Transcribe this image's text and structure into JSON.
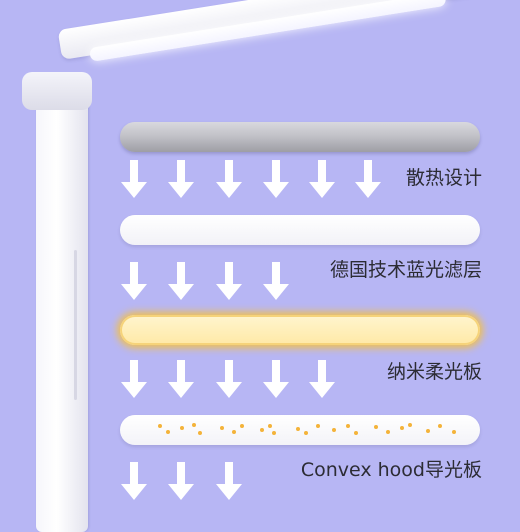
{
  "layers": {
    "heat_sink": "散热设计",
    "blue_filter": "德国技术蓝光滤层",
    "soft_panel": "纳米柔光板",
    "light_guide": "Convex hood导光板"
  },
  "colors": {
    "background": "#B7B6F4",
    "glow": "#F1C04C",
    "dots": "#F4B33A",
    "arrow": "#FFFFFF"
  },
  "icons": {
    "arrow": "down-arrow-icon"
  }
}
